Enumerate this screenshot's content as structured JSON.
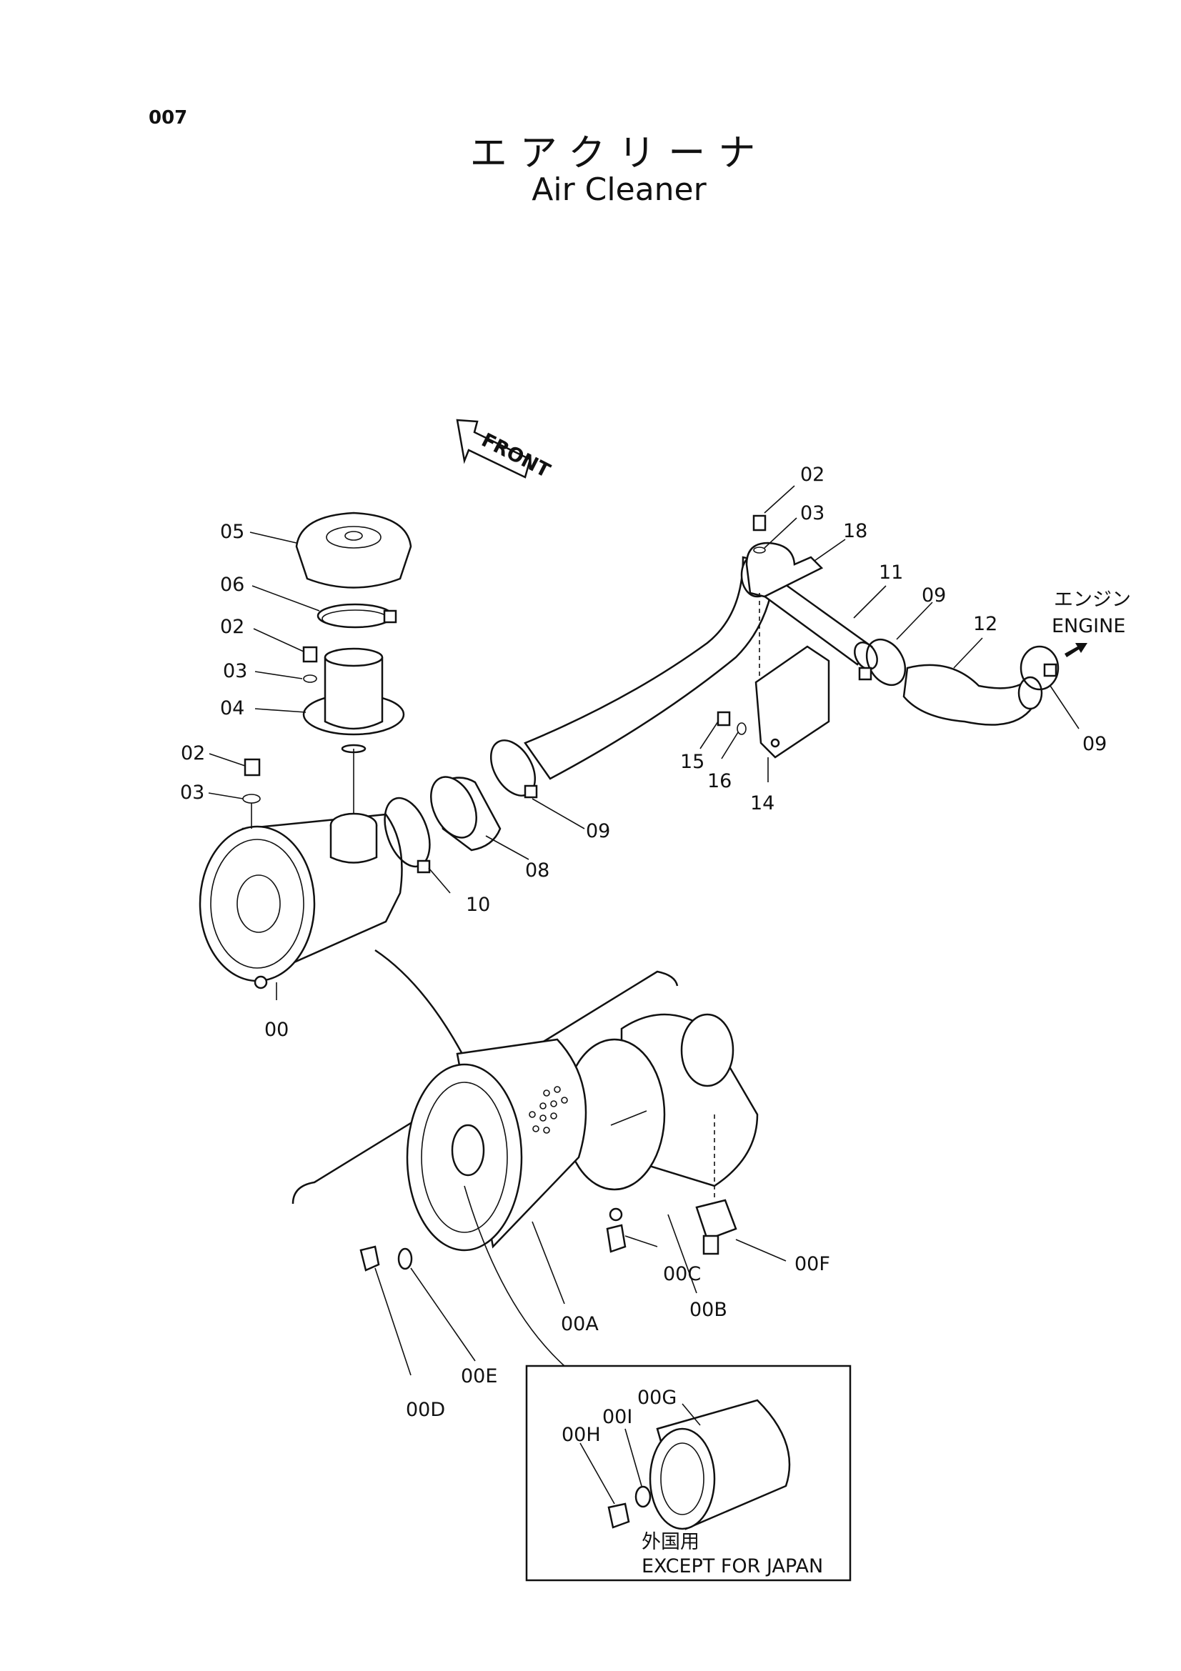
{
  "page": {
    "number": "007"
  },
  "title": {
    "japanese": "エアクリーナ",
    "english": "Air Cleaner"
  },
  "direction": {
    "front_label": "FRONT",
    "engine_jp": "エンジン",
    "engine_en": "ENGINE"
  },
  "inset": {
    "note_jp": "外国用",
    "note_en": "EXCEPT FOR JAPAN"
  },
  "parts": [
    {
      "id": "p05",
      "label": "05"
    },
    {
      "id": "p06",
      "label": "06"
    },
    {
      "id": "p02a",
      "label": "02"
    },
    {
      "id": "p03a",
      "label": "03"
    },
    {
      "id": "p04",
      "label": "04"
    },
    {
      "id": "p02b",
      "label": "02"
    },
    {
      "id": "p03b",
      "label": "03"
    },
    {
      "id": "p00",
      "label": "00"
    },
    {
      "id": "p10",
      "label": "10"
    },
    {
      "id": "p08",
      "label": "08"
    },
    {
      "id": "p09a",
      "label": "09"
    },
    {
      "id": "p02c",
      "label": "02"
    },
    {
      "id": "p03c",
      "label": "03"
    },
    {
      "id": "p18",
      "label": "18"
    },
    {
      "id": "p11",
      "label": "11"
    },
    {
      "id": "p09b",
      "label": "09"
    },
    {
      "id": "p12",
      "label": "12"
    },
    {
      "id": "p09c",
      "label": "09"
    },
    {
      "id": "p15",
      "label": "15"
    },
    {
      "id": "p16",
      "label": "16"
    },
    {
      "id": "p14",
      "label": "14"
    },
    {
      "id": "p00F",
      "label": "00F"
    },
    {
      "id": "p00C",
      "label": "00C"
    },
    {
      "id": "p00B",
      "label": "00B"
    },
    {
      "id": "p00A",
      "label": "00A"
    },
    {
      "id": "p00E",
      "label": "00E"
    },
    {
      "id": "p00D",
      "label": "00D"
    },
    {
      "id": "p00G",
      "label": "00G"
    },
    {
      "id": "p00I",
      "label": "00I"
    },
    {
      "id": "p00H",
      "label": "00H"
    }
  ]
}
